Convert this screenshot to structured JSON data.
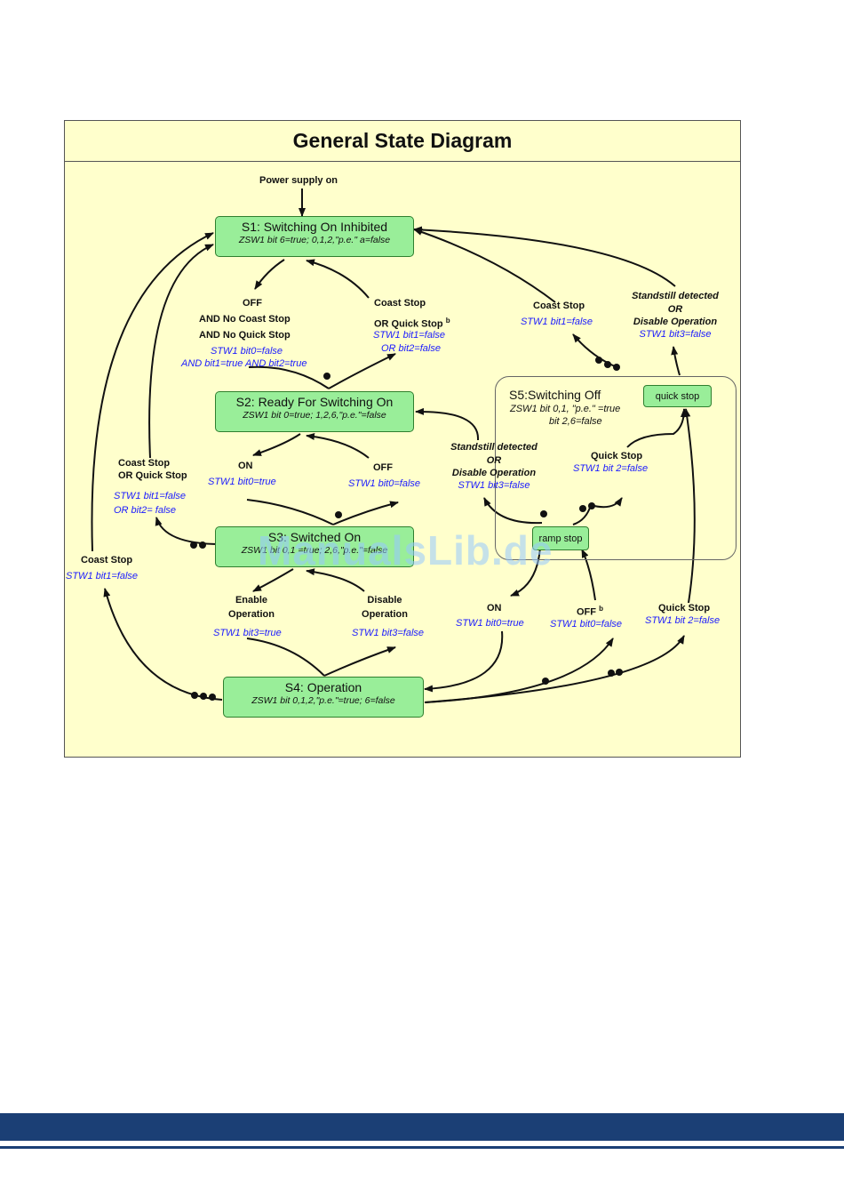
{
  "diagram": {
    "title": "General State Diagram",
    "power_supply": "Power supply on",
    "states": {
      "s1": {
        "name": "S1: Switching On Inhibited",
        "flags": "ZSW1 bit 6=true; 0,1,2,\"p.e.\" a=false"
      },
      "s2": {
        "name": "S2: Ready For Switching On",
        "flags": "ZSW1 bit 0=true; 1,2,6,\"p.e.\"=false"
      },
      "s3": {
        "name": "S3: Switched On",
        "flags": "ZSW1 bit 0,1 =true; 2,6,\"p.e.\"=false"
      },
      "s4": {
        "name": "S4: Operation",
        "flags": "ZSW1 bit 0,1,2,\"p.e.\"=true; 6=false"
      },
      "s5": {
        "name": "S5:Switching Off",
        "flags_line1": "ZSW1   bit 0,1, \"p.e.\" =true",
        "flags_line2": "bit 2,6=false"
      },
      "quick_stop": "quick stop",
      "ramp_stop": "ramp stop"
    },
    "labels": {
      "off_s1s2": {
        "l1": "OFF",
        "l2": "AND No Coast Stop",
        "l3": "AND No Quick Stop",
        "l4": "STW1 bit0=false",
        "l5": "AND bit1=true AND bit2=true"
      },
      "coast_quick_s2s1": {
        "l1": "Coast Stop",
        "l2": "OR Quick Stop",
        "sup": "b",
        "l3": "STW1 bit1=false",
        "l4": "OR bit2=false"
      },
      "coast_s5s1": {
        "l1": "Coast Stop",
        "l2": "STW1 bit1=false"
      },
      "standstill_qs": {
        "l1": "Standstill detected",
        "l2": "OR",
        "l3": "Disable Operation",
        "l4": "STW1 bit3=false"
      },
      "on_s2s3": {
        "l1": "ON",
        "l2": "STW1 bit0=true"
      },
      "off_s3s2": {
        "l1": "OFF",
        "l2": "STW1 bit0=false"
      },
      "coast_quick_s3s1": {
        "l1": "Coast Stop",
        "l2": "OR Quick Stop",
        "l3": "STW1 bit1=false",
        "l4": "OR bit2= false"
      },
      "standstill_rs": {
        "l1": "Standstill detected",
        "l2": "OR",
        "l3": "Disable Operation",
        "l4": "STW1 bit3=false"
      },
      "quickstop_rs": {
        "l1": "Quick Stop",
        "l2": "STW1 bit 2=false"
      },
      "coast_s4s1": {
        "l1": "Coast Stop",
        "l2": "STW1 bit1=false"
      },
      "enable_op": {
        "l1": "Enable",
        "l2": "Operation",
        "l3": "STW1 bit3=true"
      },
      "disable_op": {
        "l1": "Disable",
        "l2": "Operation",
        "l3": "STW1 bit3=false"
      },
      "on_rs_s4": {
        "l1": "ON",
        "l2": "STW1 bit0=true"
      },
      "off_s4_rs": {
        "l1": "OFF",
        "sup": "b",
        "l2": "STW1 bit0=false"
      },
      "quickstop_s4": {
        "l1": "Quick Stop",
        "l2": "STW1 bit 2=false"
      }
    }
  },
  "watermark": "ManualsLib.de",
  "colors": {
    "state_fill": "#99ee99",
    "diagram_bg": "#ffffcc",
    "label_blue": "#1a1aff",
    "footer_band": "#1b3f75"
  }
}
